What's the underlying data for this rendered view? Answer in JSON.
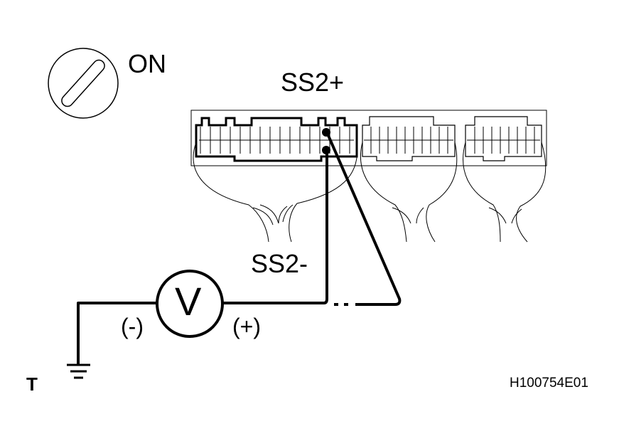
{
  "ignition_switch": {
    "label": "ON",
    "icon": "ignition-switch-icon"
  },
  "terminals": {
    "positive": "SS2+",
    "negative": "SS2-"
  },
  "voltmeter": {
    "symbol": "V",
    "negative_label": "(-)",
    "positive_label": "(+)",
    "icon": "voltmeter-icon"
  },
  "ground": {
    "label": "T",
    "icon": "ground-icon"
  },
  "figure_code": "H100754E01"
}
